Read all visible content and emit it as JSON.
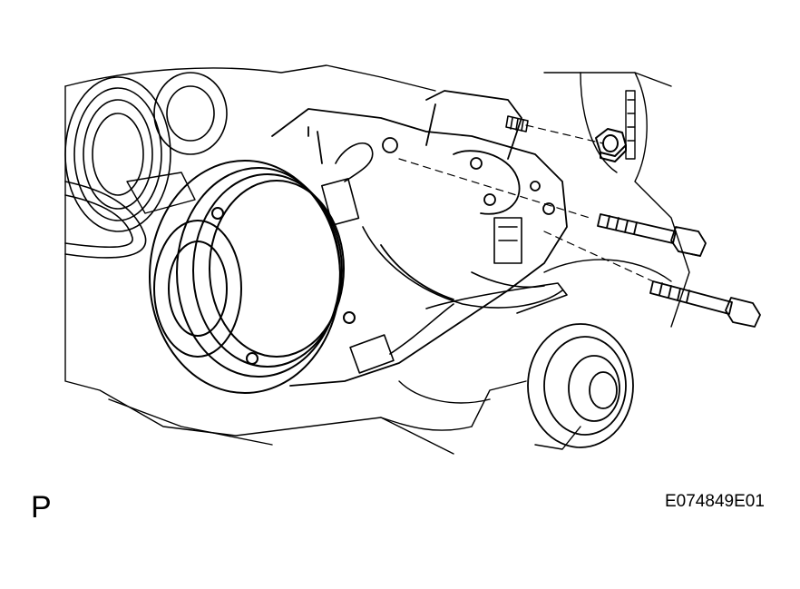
{
  "labels": {
    "view_letter": "P",
    "figure_code": "E074849E01"
  },
  "colors": {
    "line": "#000000",
    "background": "#ffffff"
  },
  "icons": {
    "drawing": "ac-compressor-line-drawing",
    "bolt": "bolt-icon",
    "nut": "nut-icon"
  }
}
